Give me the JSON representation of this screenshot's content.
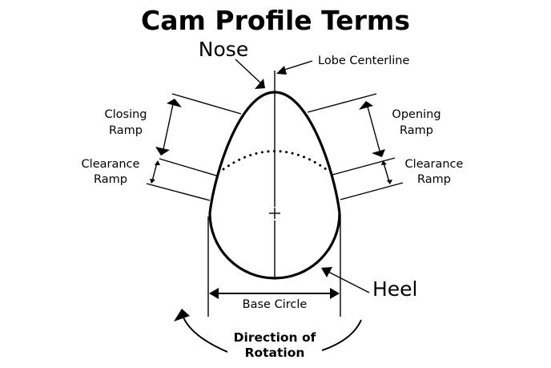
{
  "title": "Cam Profile Terms",
  "labels": {
    "nose": "Nose",
    "lobe_centerline": "Lobe Centerline",
    "closing_ramp": [
      "Closing",
      "Ramp"
    ],
    "opening_ramp": [
      "Opening",
      "Ramp"
    ],
    "clearance_ramp_left": [
      "Clearance",
      "Ramp"
    ],
    "clearance_ramp_right": [
      "Clearance",
      "Ramp"
    ],
    "heel": "Heel",
    "base_circle": "Base Circle",
    "direction_of_rotation": [
      "Direction of",
      "Rotation"
    ]
  },
  "colors": {
    "stroke": "#000000",
    "background": "#ffffff"
  }
}
